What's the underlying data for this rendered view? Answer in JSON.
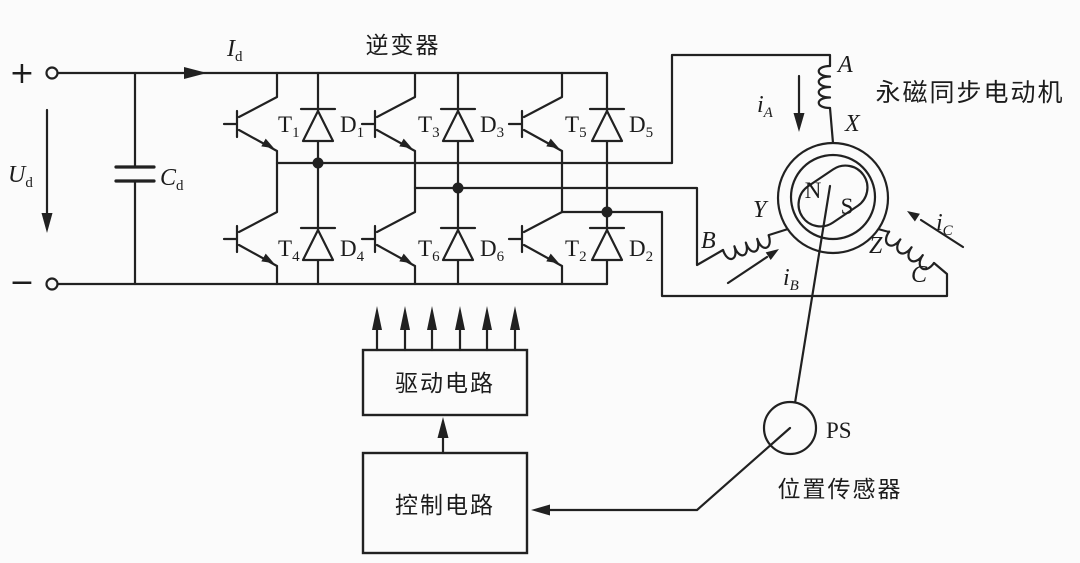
{
  "colors": {
    "ink": "#212121",
    "background": "#fbfbfb"
  },
  "titles": {
    "inverter": "逆变器",
    "motor": "永磁同步电动机",
    "sensor_caption": "位置传感器"
  },
  "boxes": {
    "drive": "驱动电路",
    "control": "控制电路"
  },
  "source": {
    "plus": "+",
    "minus": "−",
    "voltage": {
      "main": "U",
      "sub": "d"
    },
    "capacitor": {
      "main": "C",
      "sub": "d"
    },
    "current": {
      "main": "I",
      "sub": "d"
    }
  },
  "switches": {
    "t1": {
      "main": "T",
      "sub": "1"
    },
    "d1": {
      "main": "D",
      "sub": "1"
    },
    "t3": {
      "main": "T",
      "sub": "3"
    },
    "d3": {
      "main": "D",
      "sub": "3"
    },
    "t5": {
      "main": "T",
      "sub": "5"
    },
    "d5": {
      "main": "D",
      "sub": "5"
    },
    "t4": {
      "main": "T",
      "sub": "4"
    },
    "d4": {
      "main": "D",
      "sub": "4"
    },
    "t6": {
      "main": "T",
      "sub": "6"
    },
    "d6": {
      "main": "D",
      "sub": "6"
    },
    "t2": {
      "main": "T",
      "sub": "2"
    },
    "d2": {
      "main": "D",
      "sub": "2"
    }
  },
  "motor": {
    "poles": {
      "north": "N",
      "south": "S"
    },
    "sensor": "PS",
    "terminals": {
      "a": "A",
      "x": "X",
      "b": "B",
      "y": "Y",
      "z": "Z",
      "c": "C"
    },
    "currents": {
      "ia": {
        "main": "i",
        "sub": "A"
      },
      "ib": {
        "main": "i",
        "sub": "B"
      },
      "ic": {
        "main": "i",
        "sub": "C"
      }
    }
  }
}
